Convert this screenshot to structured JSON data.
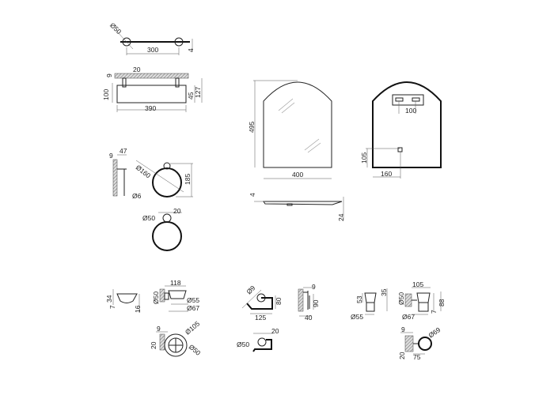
{
  "shelf": {
    "top": {
      "diameter": "Ø50",
      "length": "300",
      "thickness": "4"
    },
    "side": {
      "glass": "9",
      "bracket": "20",
      "height": "100",
      "offset": "45",
      "total": "127",
      "width": "390"
    }
  },
  "towel_ring": {
    "side": {
      "base": "9",
      "depth": "47",
      "rod": "Ø6"
    },
    "front": {
      "diameter": "Ø160",
      "height": "185"
    },
    "detail": {
      "width": "20",
      "diameter": "Ø50"
    }
  },
  "mirror": {
    "front": {
      "height": "495",
      "width": "400"
    },
    "back": {
      "mount_spacing": "100",
      "hook_height": "105",
      "hook_offset": "160"
    },
    "side": {
      "thickness": "4",
      "depth": "24"
    }
  },
  "soap_dish": {
    "side": {
      "height": "34",
      "rim": "7",
      "depth": "16"
    },
    "profile": {
      "length": "118",
      "base": "Ø50",
      "inner": "Ø55",
      "outer": "Ø67"
    },
    "front": {
      "base": "9",
      "mount": "20",
      "outer": "Ø105",
      "inner": "Ø50"
    }
  },
  "paper_holder": {
    "front": {
      "rod": "Ø9",
      "height": "80",
      "width": "125"
    },
    "side": {
      "base": "9",
      "height": "90",
      "depth": "40"
    },
    "top": {
      "width": "20",
      "diameter": "Ø50"
    }
  },
  "tumbler": {
    "cup": {
      "height": "53",
      "top": "35",
      "diameter": "Ø55"
    },
    "profile": {
      "length": "105",
      "base": "Ø50",
      "height": "88",
      "offset": "7",
      "outer": "Ø67"
    },
    "top": {
      "base": "9",
      "diameter": "Ø69",
      "mount": "20",
      "depth": "75"
    }
  }
}
